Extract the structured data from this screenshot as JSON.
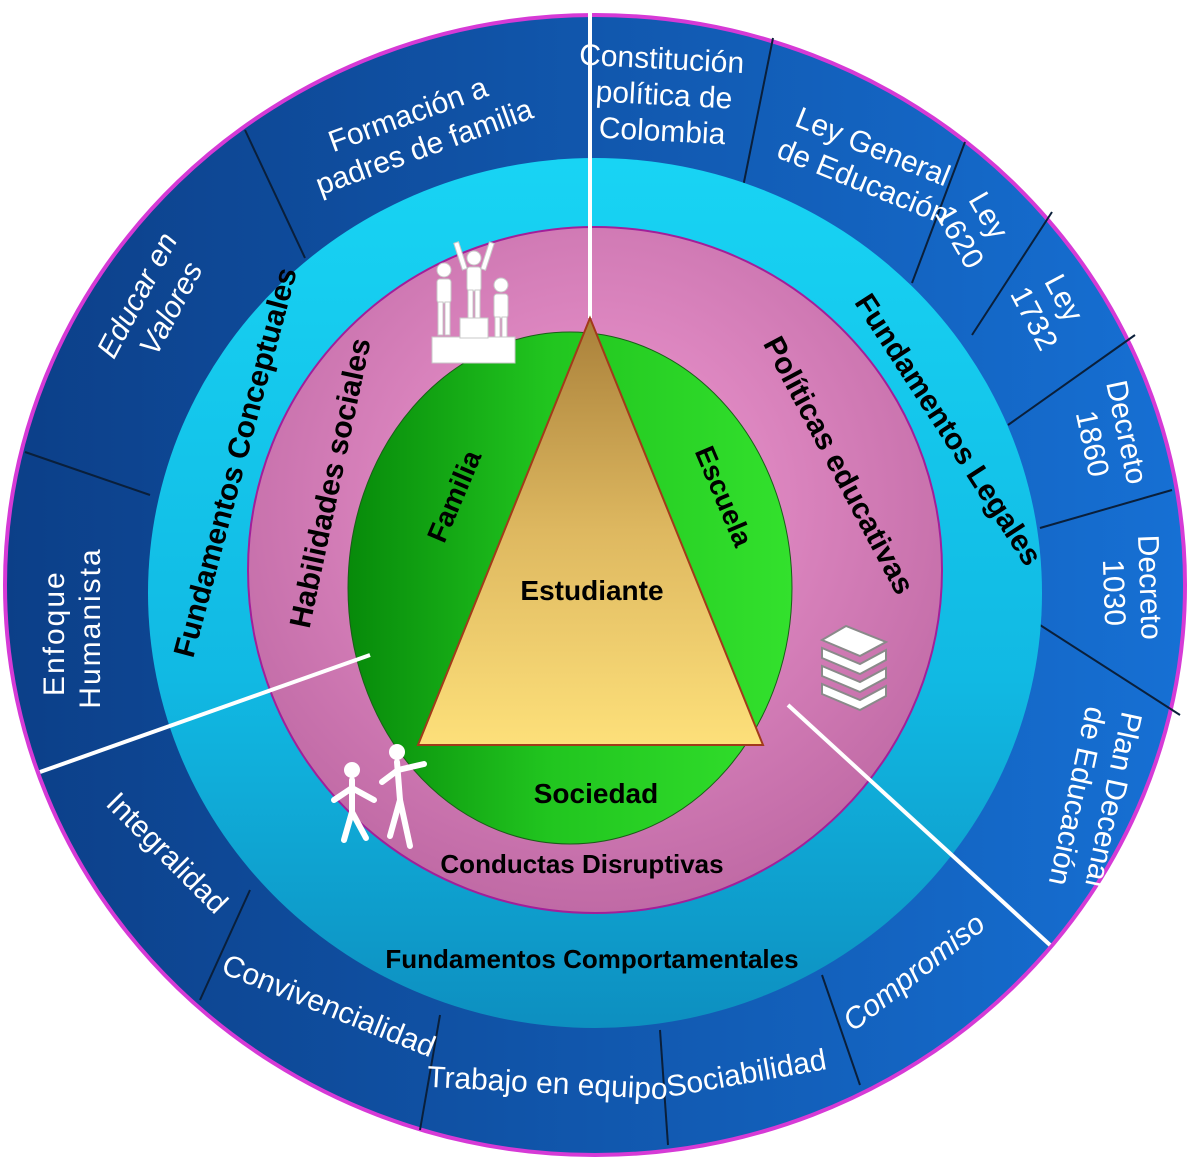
{
  "center": {
    "triangle_label": "Estudiante",
    "left_side_label": "Familia",
    "right_side_label": "Escuela",
    "bottom_label": "Sociedad"
  },
  "pink_ring": {
    "left_label": "Habilidades   sociales",
    "right_label": "Políticas educativas",
    "bottom_label": "Conductas Disruptivas"
  },
  "cyan_ring": {
    "left_label": "Fundamentos Conceptuales",
    "right_label": "Fundamentos Legales",
    "bottom_label": "Fundamentos  Comportamentales"
  },
  "outer_ring": {
    "conceptual": [
      "Enfoque Humanista",
      "Educar en Valores",
      "Formación a padres de familia"
    ],
    "legal": [
      "Constitución política de Colombia",
      "Ley General de Educación",
      "Ley 1620",
      "Ley 1732",
      "Decreto 1860",
      "Decreto 1030",
      "Plan Decenal de Educación"
    ],
    "behavioral": [
      "Compromiso",
      "Sociabilidad",
      "Trabajo en equipo",
      "Convivencialidad",
      "Integralidad"
    ]
  },
  "icons": [
    "podium-people-icon",
    "books-stack-icon",
    "dancing-people-icon"
  ],
  "colors": {
    "outer_ring": "#1565c4",
    "outer_ring_dark": "#0b3e86",
    "outer_border": "#d63ad6",
    "cyan_ring": "#14c8ee",
    "pink_ring": "#e48ac6",
    "green_circle": "#22c41f",
    "triangle": "#e9c25a",
    "triangle_border": "#a23a1a"
  }
}
